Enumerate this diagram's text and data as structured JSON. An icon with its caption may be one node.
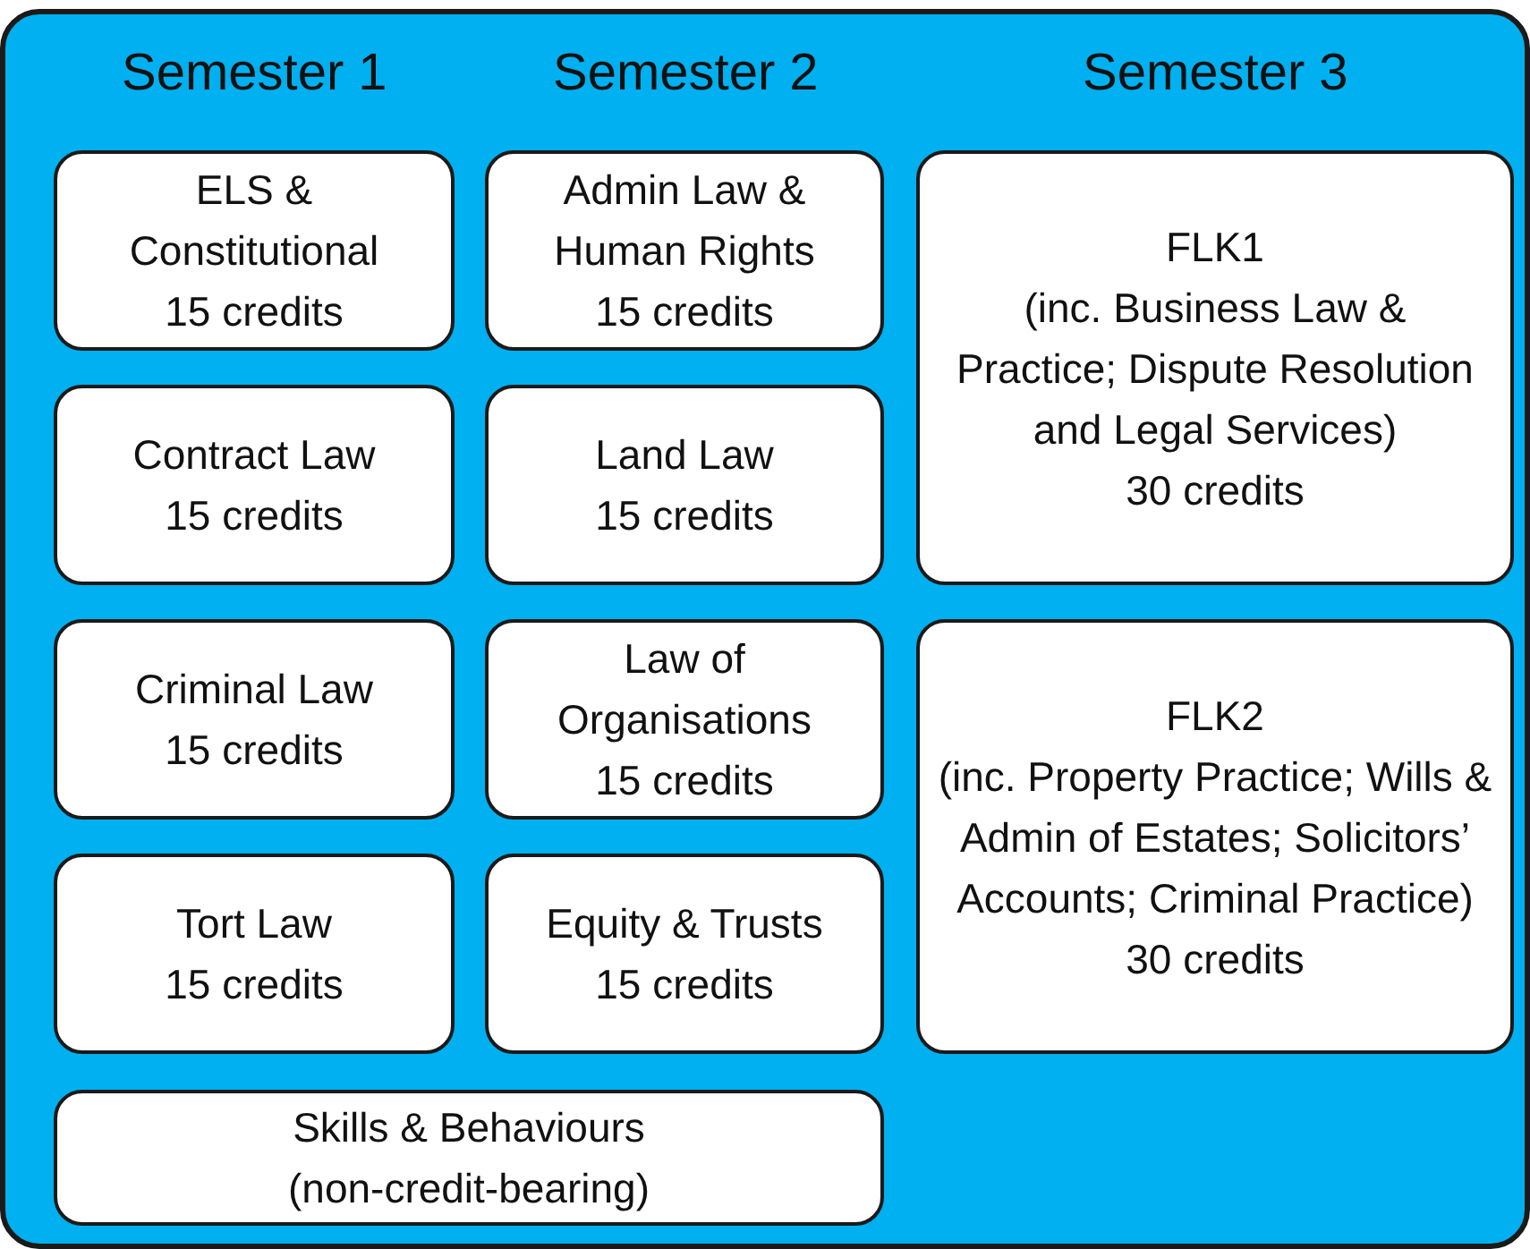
{
  "diagram": {
    "nodes": [
      {
        "text": [],
        "shape": "box"
      },
      {
        "text": [
          "ELS & Constitutional",
          "15 credits"
        ],
        "in": 0
      },
      {
        "text": [
          "Admin Law & Human Rights",
          "15 credits"
        ],
        "in": 0
      },
      {
        "text": [
          "FLK1",
          "(inc. Business Law & Practice; Dispute Resolution and Legal Services)",
          "30 credits"
        ],
        "in": 0
      },
      {
        "text": [
          "Contract Law",
          "15 credits"
        ],
        "in": 0
      },
      {
        "text": [
          "Land Law",
          "15 credits"
        ],
        "in": 0
      },
      {
        "text": [
          "Criminal Law",
          "15 credits"
        ],
        "in": 0
      },
      {
        "text": [
          "Law of Organisations",
          "15 credits"
        ],
        "in": 0
      },
      {
        "text": [
          "FLK2",
          "(inc. Property Practice; Wills & Admin of Estates; Solicitors’ Accounts; Criminal Practice)",
          "30 credits"
        ],
        "in": 0
      },
      {
        "text": [
          "Tort Law",
          "15 credits"
        ],
        "in": 0
      },
      {
        "text": [
          "Equity & Trusts",
          "15 credits"
        ],
        "in": 0
      },
      {
        "text": [
          "Skills & Behaviours",
          "(non-credit-bearing)"
        ],
        "in": 0
      }
    ],
    "edges": [],
    "labels": [
      "Semester 1",
      "Semester 2",
      "Semester 3"
    ]
  }
}
